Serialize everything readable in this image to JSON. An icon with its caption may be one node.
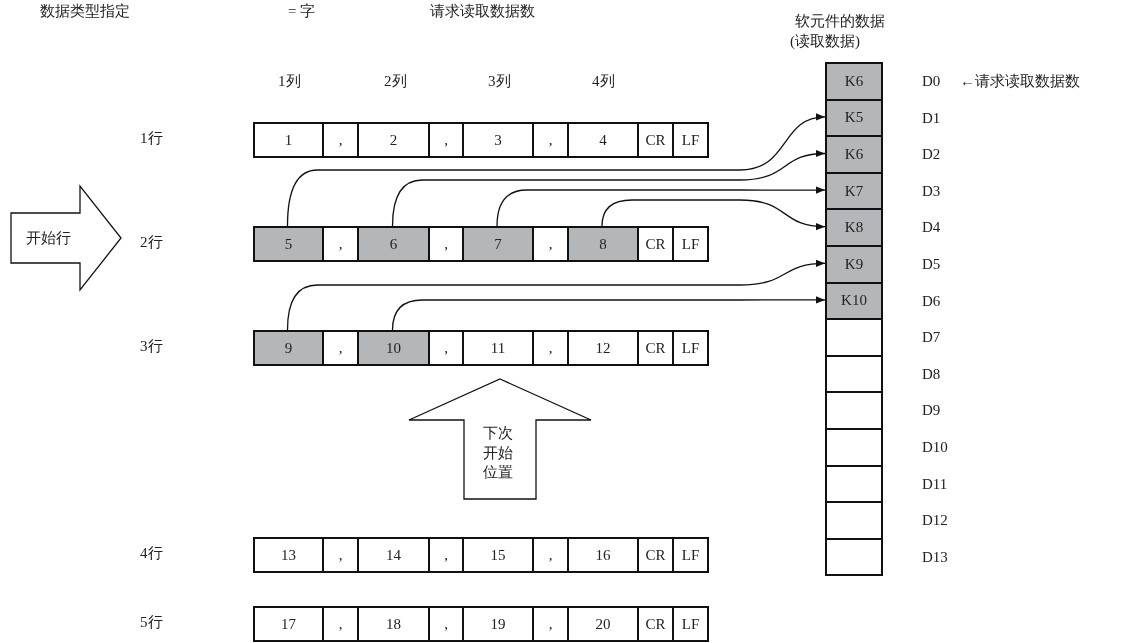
{
  "diagram": {
    "nodes": [
      {
        "text": [
          "开始行"
        ]
      },
      {
        "text": [
          "1"
        ]
      },
      {
        "text": [
          ","
        ]
      },
      {
        "text": [
          "2"
        ]
      },
      {
        "text": [
          ","
        ]
      },
      {
        "text": [
          "3"
        ]
      },
      {
        "text": [
          ","
        ]
      },
      {
        "text": [
          "4"
        ]
      },
      {
        "text": [
          "CR"
        ]
      },
      {
        "text": [
          "LF"
        ]
      },
      {
        "text": [
          "5"
        ]
      },
      {
        "text": [
          ","
        ]
      },
      {
        "text": [
          "6"
        ]
      },
      {
        "text": [
          ","
        ]
      },
      {
        "text": [
          "7"
        ]
      },
      {
        "text": [
          ","
        ]
      },
      {
        "text": [
          "8"
        ]
      },
      {
        "text": [
          "CR"
        ]
      },
      {
        "text": [
          "LF"
        ]
      },
      {
        "text": [
          "9"
        ]
      },
      {
        "text": [
          ","
        ]
      },
      {
        "text": [
          "10"
        ]
      },
      {
        "text": [
          ","
        ]
      },
      {
        "text": [
          "11"
        ]
      },
      {
        "text": [
          ","
        ]
      },
      {
        "text": [
          "12"
        ]
      },
      {
        "text": [
          "CR"
        ]
      },
      {
        "text": [
          "LF"
        ]
      },
      {
        "text": [
          "13"
        ]
      },
      {
        "text": [
          ","
        ]
      },
      {
        "text": [
          "14"
        ]
      },
      {
        "text": [
          ","
        ]
      },
      {
        "text": [
          "15"
        ]
      },
      {
        "text": [
          ","
        ]
      },
      {
        "text": [
          "16"
        ]
      },
      {
        "text": [
          "CR"
        ]
      },
      {
        "text": [
          "LF"
        ]
      },
      {
        "text": [
          "17"
        ]
      },
      {
        "text": [
          ","
        ]
      },
      {
        "text": [
          "18"
        ]
      },
      {
        "text": [
          ","
        ]
      },
      {
        "text": [
          "19"
        ]
      },
      {
        "text": [
          ","
        ]
      },
      {
        "text": [
          "20"
        ]
      },
      {
        "text": [
          "CR"
        ]
      },
      {
        "text": [
          "LF"
        ]
      },
      {
        "text": [
          "下次开始位置"
        ]
      },
      {
        "text": [
          "K6"
        ]
      },
      {
        "text": [
          "K5"
        ]
      },
      {
        "text": [
          "K6"
        ]
      },
      {
        "text": [
          "K7"
        ]
      },
      {
        "text": [
          "K8"
        ]
      },
      {
        "text": [
          "K9"
        ]
      },
      {
        "text": [
          "K10"
        ]
      },
      {
        "text": [],
        "shape": "box"
      },
      {
        "text": [],
        "shape": "box"
      },
      {
        "text": [],
        "shape": "box"
      },
      {
        "text": [],
        "shape": "box"
      },
      {
        "text": [],
        "shape": "box"
      },
      {
        "text": [],
        "shape": "box"
      },
      {
        "text": [],
        "shape": "box"
      }
    ],
    "edges": [
      {
        "from": 10,
        "to": 48,
        "arrow": "to"
      },
      {
        "from": 12,
        "to": 49,
        "arrow": "to"
      },
      {
        "from": 14,
        "to": 50,
        "arrow": "to"
      },
      {
        "from": 16,
        "to": 51,
        "arrow": "to"
      },
      {
        "from": 19,
        "to": 52,
        "arrow": "to"
      },
      {
        "from": 21,
        "to": 53,
        "arrow": "to"
      }
    ],
    "labels": [
      "数据类型指定",
      "= 字",
      "请求读取数据数",
      "软元件的数据",
      "(读取数据)",
      "1列",
      "2列",
      "3列",
      "4列",
      "D0",
      "←请求读取数据数",
      "D1",
      "D2",
      "D3",
      "D4",
      "D5",
      "D6",
      "D7",
      "D8",
      "D9",
      "D10",
      "D11",
      "D12",
      "D13",
      "1行",
      "2行",
      "3行",
      "4行",
      "5行"
    ]
  }
}
